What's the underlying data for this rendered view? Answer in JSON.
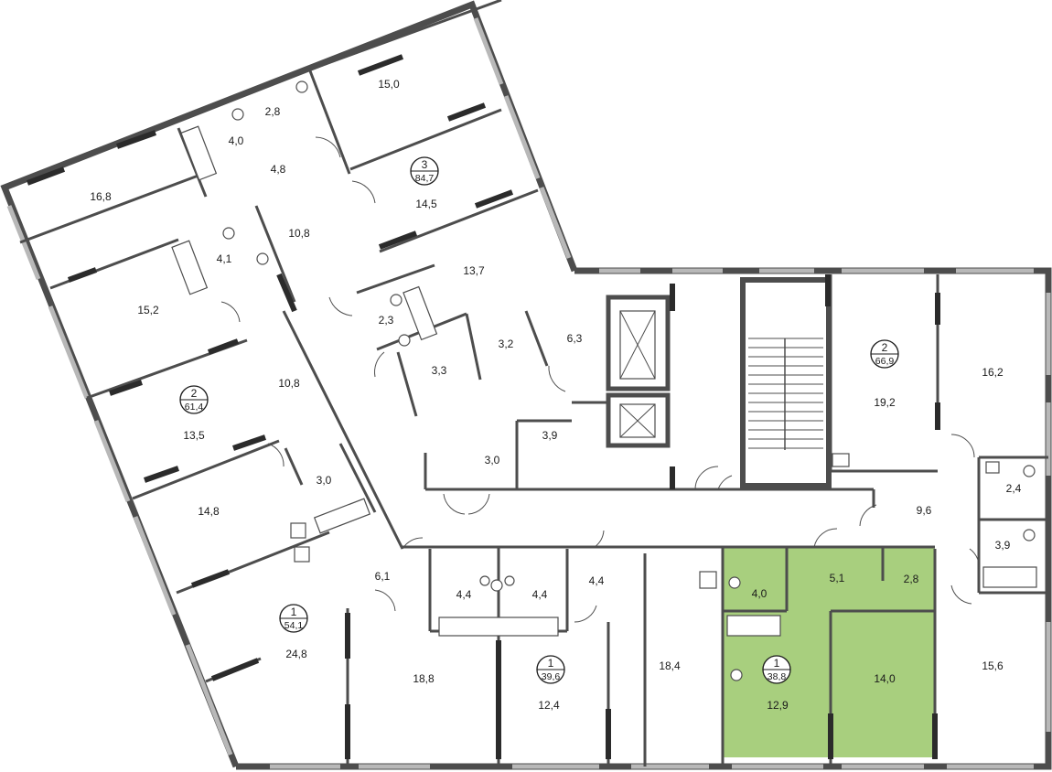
{
  "colors": {
    "highlight": "#a8cf7e",
    "wall": "#4d4d4d",
    "window": "#b8b8b8"
  },
  "apartments": [
    {
      "id": "apt-3-84-7",
      "rooms": "3",
      "area": "84,7"
    },
    {
      "id": "apt-2-61-4",
      "rooms": "2",
      "area": "61,4"
    },
    {
      "id": "apt-1-54-1",
      "rooms": "1",
      "area": "54,1"
    },
    {
      "id": "apt-1-39-6",
      "rooms": "1",
      "area": "39,6"
    },
    {
      "id": "apt-1-38-8",
      "rooms": "1",
      "area": "38,8",
      "highlighted": true
    },
    {
      "id": "apt-2-66-9",
      "rooms": "2",
      "area": "66,9"
    }
  ],
  "room_areas": [
    "15,0",
    "2,8",
    "4,0",
    "4,8",
    "16,8",
    "14,5",
    "10,8",
    "4,1",
    "13,7",
    "15,2",
    "2,3",
    "6,3",
    "3,2",
    "3,3",
    "10,8",
    "13,5",
    "3,9",
    "3,0",
    "3,0",
    "14,8",
    "6,1",
    "4,4",
    "4,4",
    "4,4",
    "24,8",
    "18,8",
    "12,4",
    "18,4",
    "4,0",
    "5,1",
    "2,8",
    "12,9",
    "14,0",
    "19,2",
    "16,2",
    "2,4",
    "9,6",
    "3,9",
    "15,6"
  ]
}
